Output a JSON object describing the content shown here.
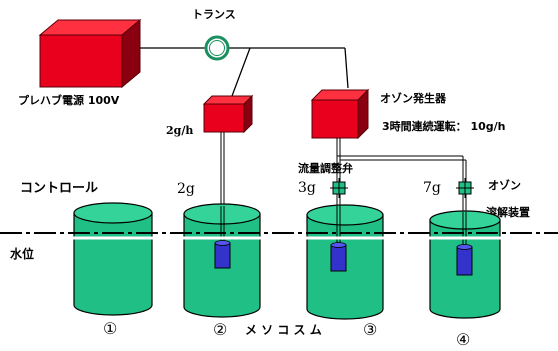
{
  "labels": {
    "transformer": "トランス",
    "power_supply": "プレハブ電源 100V",
    "ozone_generator": "オゾン発生器",
    "operation": "3時間連続運転： 10g/h",
    "small_rate": "2g/h",
    "flow_valve": "流量調整弁",
    "control": "コントロール",
    "ozone": "オゾン",
    "dissolver": "溶解装置",
    "water_level": "水位",
    "mesocosm": "メ ソ コ ス ム"
  },
  "tanks": [
    {
      "number": "①",
      "dose": ""
    },
    {
      "number": "②",
      "dose": "2g"
    },
    {
      "number": "③",
      "dose": "3g"
    },
    {
      "number": "④",
      "dose": "7g"
    }
  ],
  "colors": {
    "red_box_front": "#e8001c",
    "red_box_dark": "#8a0010",
    "tank_fill": "#1fbf86",
    "tank_top": "#34d39a",
    "dissolver": "#3333cc",
    "pipe": "#000000"
  }
}
